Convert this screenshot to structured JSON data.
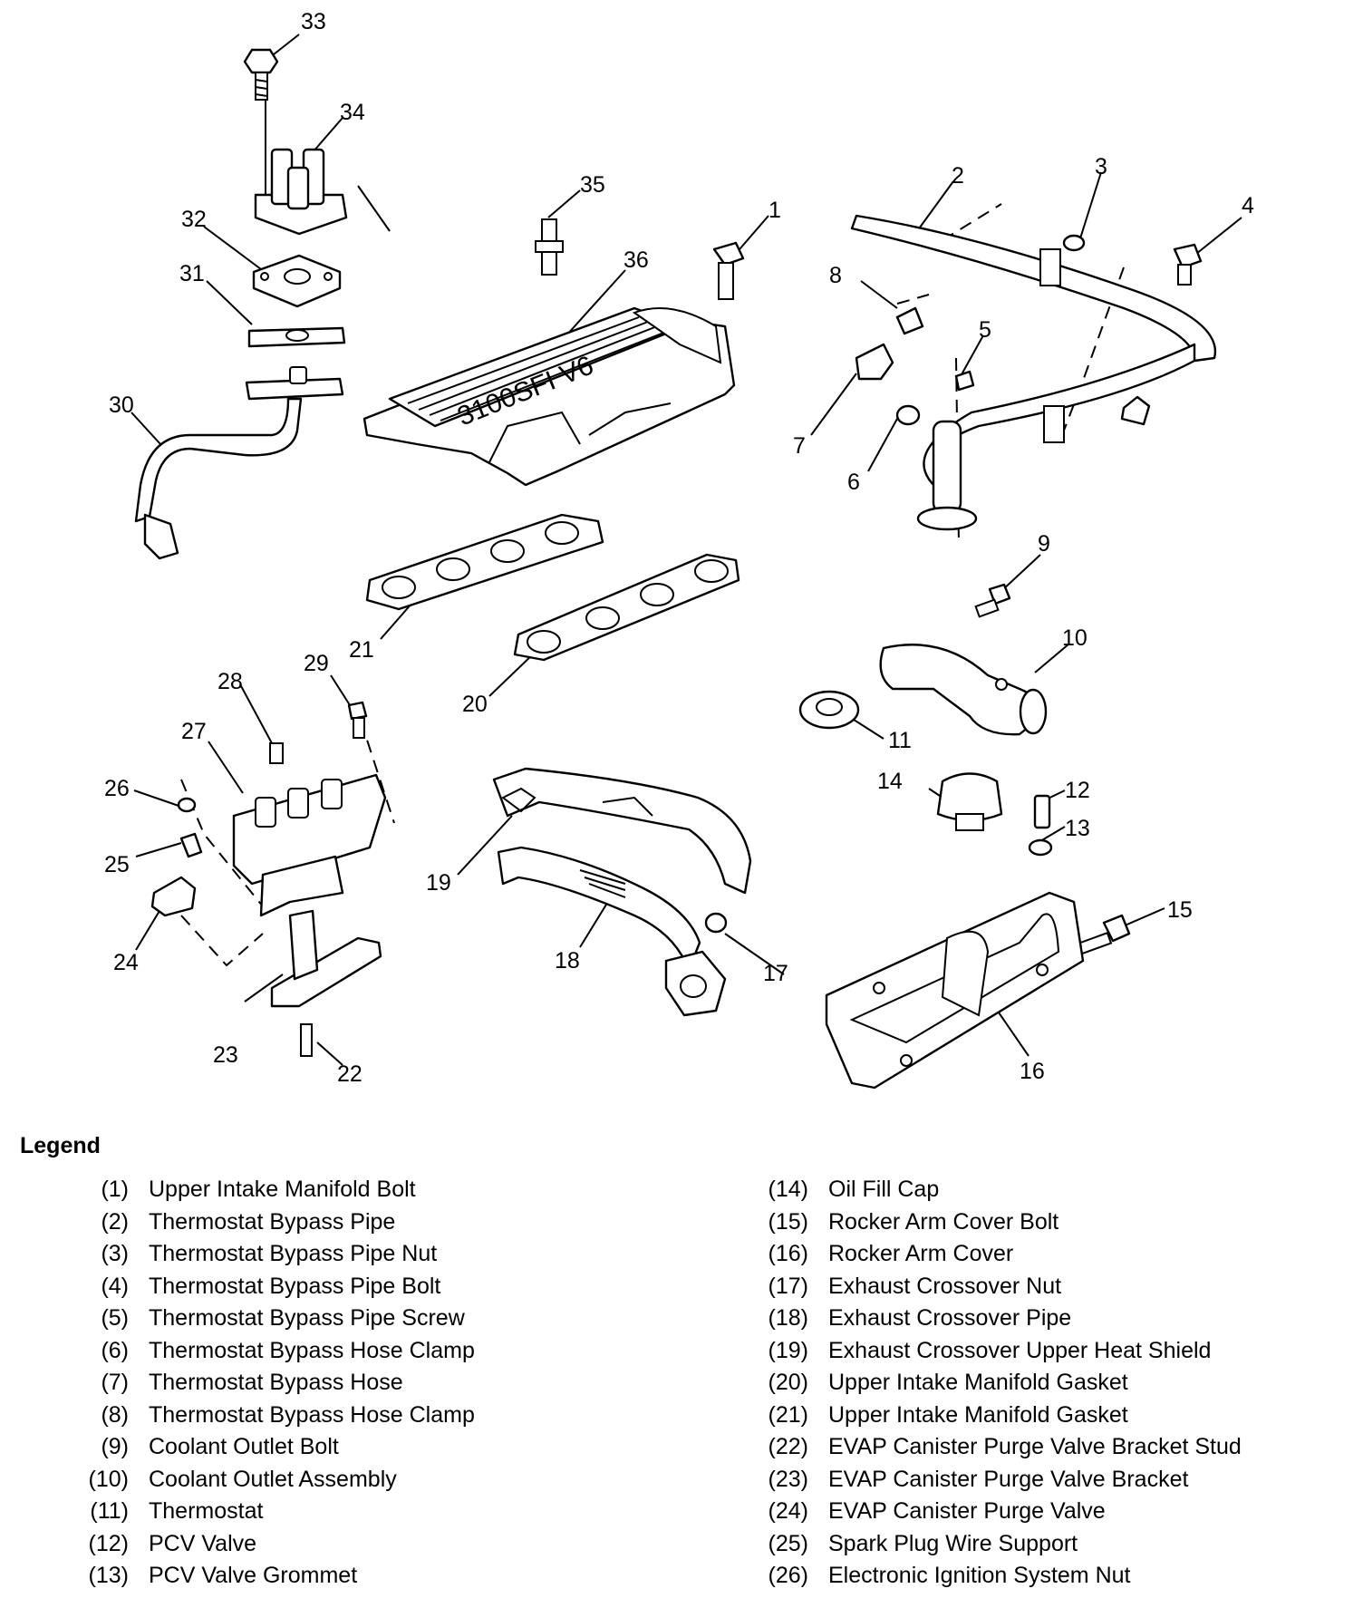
{
  "callouts": [
    "1",
    "2",
    "3",
    "4",
    "5",
    "6",
    "7",
    "8",
    "9",
    "10",
    "11",
    "12",
    "13",
    "14",
    "15",
    "16",
    "17",
    "18",
    "19",
    "20",
    "21",
    "22",
    "23",
    "24",
    "25",
    "26",
    "27",
    "28",
    "29",
    "30",
    "31",
    "32",
    "33",
    "34",
    "35",
    "36"
  ],
  "manifold_marking": "3100SFI V6",
  "legend": {
    "title": "Legend",
    "left": [
      {
        "num": "(1)",
        "label": "Upper Intake Manifold Bolt"
      },
      {
        "num": "(2)",
        "label": "Thermostat Bypass Pipe"
      },
      {
        "num": "(3)",
        "label": "Thermostat Bypass Pipe Nut"
      },
      {
        "num": "(4)",
        "label": "Thermostat Bypass Pipe Bolt"
      },
      {
        "num": "(5)",
        "label": "Thermostat Bypass Pipe Screw"
      },
      {
        "num": "(6)",
        "label": "Thermostat Bypass Hose Clamp"
      },
      {
        "num": "(7)",
        "label": "Thermostat Bypass Hose"
      },
      {
        "num": "(8)",
        "label": "Thermostat Bypass Hose Clamp"
      },
      {
        "num": "(9)",
        "label": "Coolant Outlet Bolt"
      },
      {
        "num": "(10)",
        "label": "Coolant Outlet Assembly"
      },
      {
        "num": "(11)",
        "label": "Thermostat"
      },
      {
        "num": "(12)",
        "label": "PCV Valve"
      },
      {
        "num": "(13)",
        "label": "PCV Valve Grommet"
      }
    ],
    "right": [
      {
        "num": "(14)",
        "label": "Oil Fill Cap"
      },
      {
        "num": "(15)",
        "label": "Rocker Arm Cover Bolt"
      },
      {
        "num": "(16)",
        "label": "Rocker Arm Cover"
      },
      {
        "num": "(17)",
        "label": "Exhaust Crossover Nut"
      },
      {
        "num": "(18)",
        "label": "Exhaust Crossover Pipe"
      },
      {
        "num": "(19)",
        "label": "Exhaust Crossover Upper Heat Shield"
      },
      {
        "num": "(20)",
        "label": "Upper Intake Manifold Gasket"
      },
      {
        "num": "(21)",
        "label": "Upper Intake Manifold Gasket"
      },
      {
        "num": "(22)",
        "label": "EVAP Canister Purge Valve Bracket Stud"
      },
      {
        "num": "(23)",
        "label": "EVAP Canister Purge Valve Bracket"
      },
      {
        "num": "(24)",
        "label": "EVAP Canister Purge Valve"
      },
      {
        "num": "(25)",
        "label": "Spark Plug Wire Support"
      },
      {
        "num": "(26)",
        "label": "Electronic Ignition System Nut"
      }
    ]
  }
}
